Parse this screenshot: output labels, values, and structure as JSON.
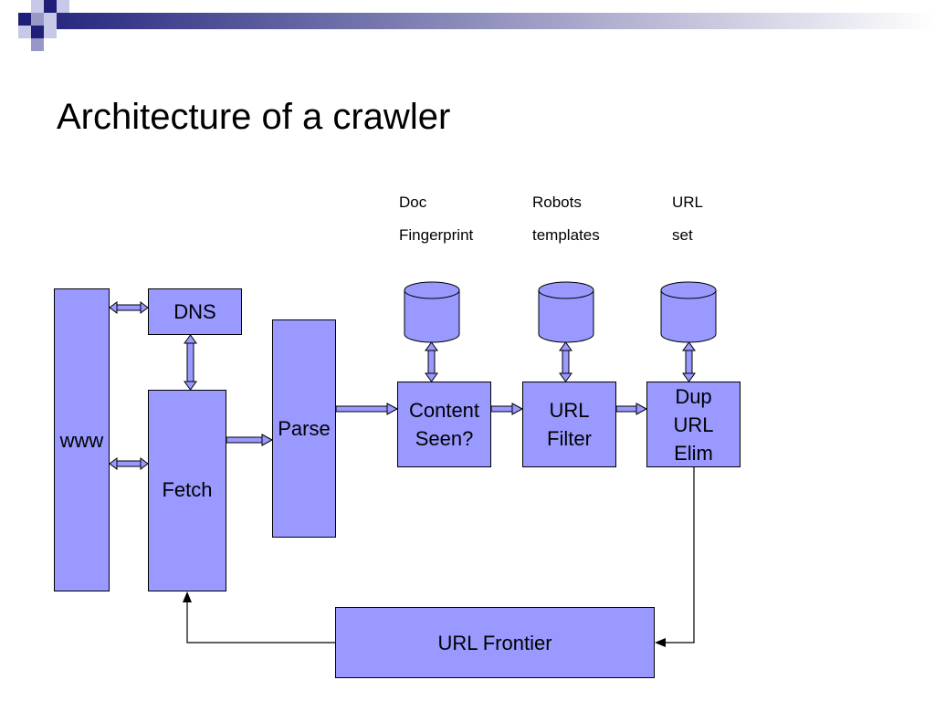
{
  "slide": {
    "title": "Architecture of a crawler"
  },
  "stores": [
    {
      "line1": "Doc",
      "line2": "Fingerprint"
    },
    {
      "line1": "Robots",
      "line2": "templates"
    },
    {
      "line1": "URL",
      "line2": "set"
    }
  ],
  "boxes": {
    "www": "www",
    "dns": "DNS",
    "fetch": "Fetch",
    "parse": "Parse",
    "content_seen": [
      "Content",
      "Seen?"
    ],
    "url_filter": [
      "URL",
      "Filter"
    ],
    "dup_url_elim": [
      "Dup",
      "URL",
      "Elim"
    ],
    "url_frontier": "URL Frontier"
  },
  "colors": {
    "box_fill": "#9999ff",
    "theme_navy": "#1f1f7a",
    "line": "#000000"
  }
}
